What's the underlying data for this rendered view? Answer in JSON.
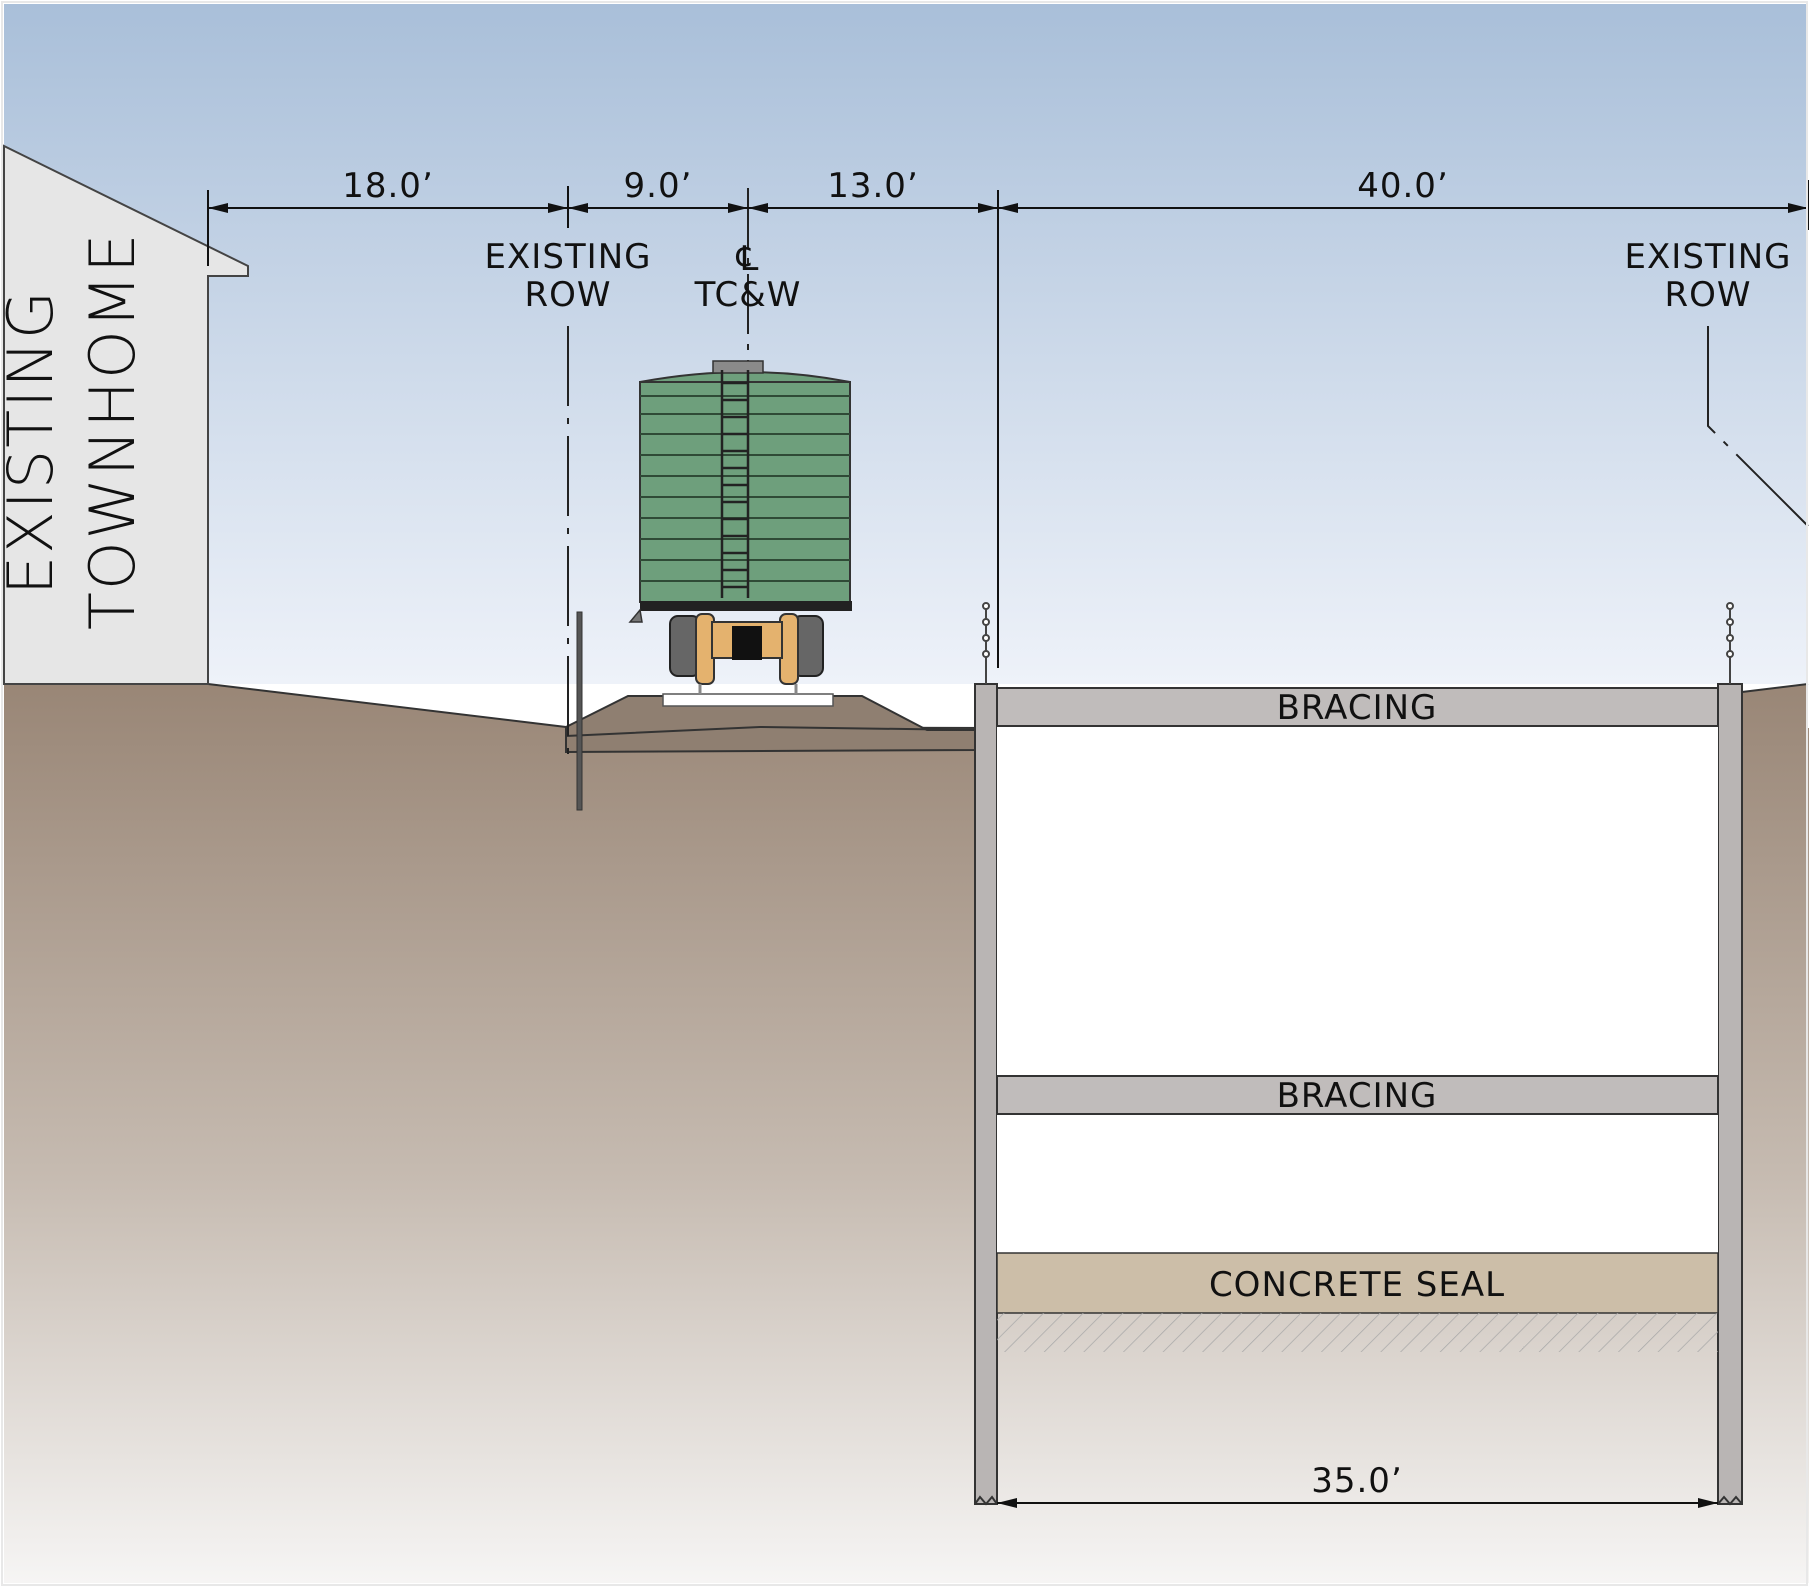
{
  "labels": {
    "townhome_line1": "EXISTING",
    "townhome_line2": "TOWNHOME",
    "row_left_line1": "EXISTING",
    "row_left_line2": "ROW",
    "centerline_symbol": "℄",
    "centerline_name": "TC&W",
    "row_right_line1": "EXISTING",
    "row_right_line2": "ROW",
    "bracing_upper": "BRACING",
    "bracing_lower": "BRACING",
    "concrete_seal": "CONCRETE SEAL"
  },
  "dimensions": {
    "townhome_to_row": "18.0’",
    "row_to_centerline": "9.0’",
    "centerline_to_excavation": "13.0’",
    "excavation_to_row": "40.0’",
    "excavation_width": "35.0’"
  },
  "colors": {
    "sky_top": "#a9bfd9",
    "sky_bottom": "#eef2f9",
    "soil_top": "#998676",
    "soil_bottom": "#f6f5f4",
    "railcar_body": "#6e9f7c",
    "truck_orange": "#e4b26e",
    "sheet_pile": "#b9b5b4",
    "bracing": "#c0bcbb",
    "concrete_seal": "#ccbea8"
  }
}
